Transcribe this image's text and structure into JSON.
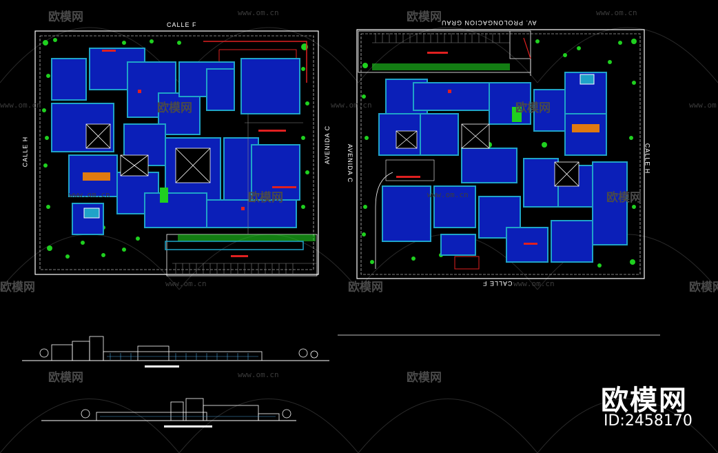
{
  "plan_left": {
    "street_top": "CALLE F",
    "street_left": "CALLE H",
    "street_right": "AVENIDA C"
  },
  "plan_right": {
    "street_top": "AV. PROLONGACION GRAU",
    "street_left": "AVENIDA C",
    "street_right": "CALLE H",
    "street_bottom": "CALLE F"
  },
  "watermark": {
    "brand": "欧模网",
    "url": "www.om.cn",
    "id_text": "ID:2458170"
  },
  "colors": {
    "background": "#000000",
    "wall": "#1fa3c8",
    "room_fill": "#0b1fb8",
    "green": "#1fd01f",
    "red": "#e02020",
    "orange": "#e07a10",
    "boundary": "#ffffff"
  }
}
